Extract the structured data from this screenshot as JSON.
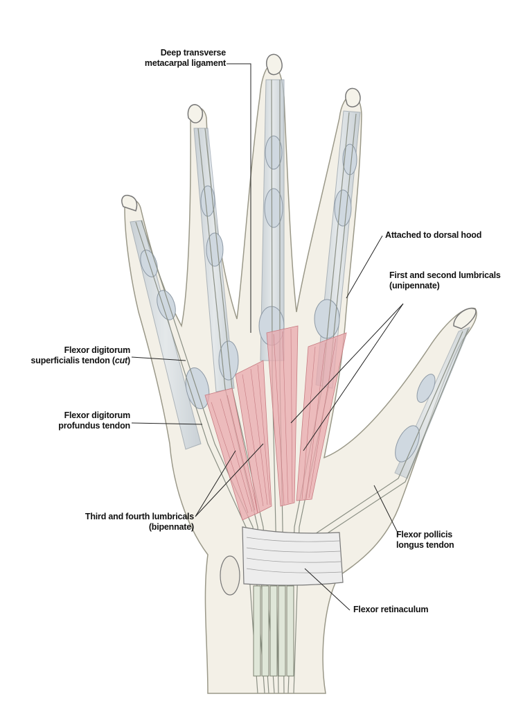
{
  "labels": {
    "deep_transverse": {
      "line1": "Deep transverse",
      "line2": "metacarpal ligament"
    },
    "dorsal_hood": {
      "line1": "Attached to dorsal hood"
    },
    "first_second": {
      "line1": "First and second lumbricals",
      "line2": "(unipennate)"
    },
    "fds": {
      "line1": "Flexor digitorum",
      "line2_a": "superficialis tendon (",
      "line2_italic": "cut",
      "line2_b": ")"
    },
    "fdp": {
      "line1": "Flexor digitorum",
      "line2": "profundus tendon"
    },
    "third_fourth": {
      "line1": "Third and fourth lumbricals",
      "line2": "(bipennate)"
    },
    "fpl": {
      "line1": "Flexor pollicis",
      "line2": "longus tendon"
    },
    "retinaculum": {
      "line1": "Flexor retinaculum"
    }
  },
  "colors": {
    "skin": "#f2efe6",
    "bone_outline": "#8a8a7a",
    "sheath": "#c9d3dc",
    "tendon": "#e6eadf",
    "muscle": "#e9a9ad",
    "ligament": "#eeeeee",
    "leader": "#222222"
  }
}
